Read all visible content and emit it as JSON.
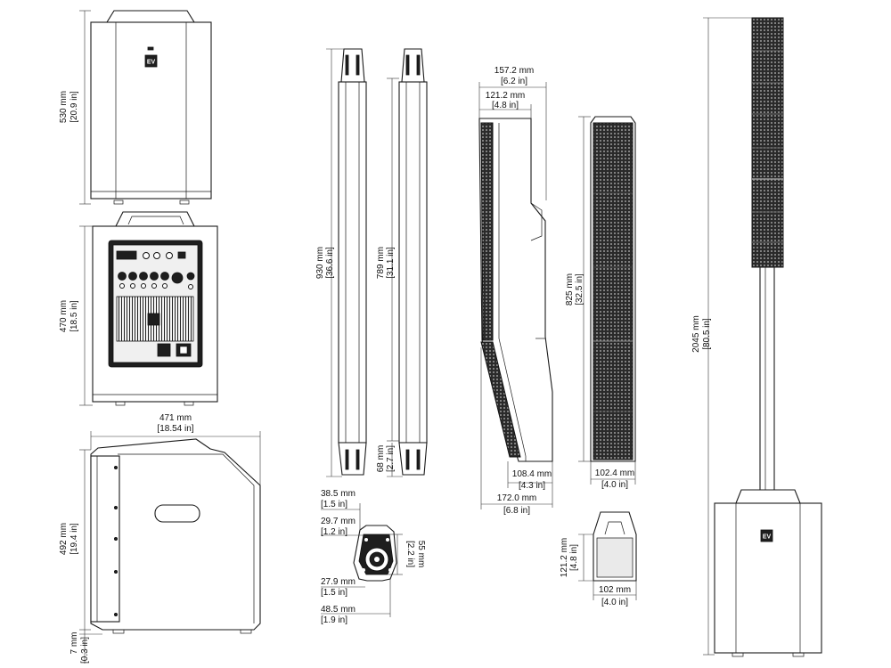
{
  "dimensions": {
    "sub_front_height_mm": "530 mm",
    "sub_front_height_in": "[20.9 in]",
    "sub_rear_height_mm": "470 mm",
    "sub_rear_height_in": "[18.5 in]",
    "sub_side_width_mm": "471 mm",
    "sub_side_width_in": "[18.54 in]",
    "sub_side_height_mm": "492 mm",
    "sub_side_height_in": "[19.4 in]",
    "sub_feet_mm": "7 mm",
    "sub_feet_in": "[0.3 in]",
    "column_total_mm": "930 mm",
    "column_total_in": "[36.6 in]",
    "column_body_mm": "789 mm",
    "column_body_in": "[31.1 in]",
    "column_base_mm": "68 mm",
    "column_base_in": "[2.7 in]",
    "connector_a_mm": "38.5 mm",
    "connector_a_in": "[1.5 in]",
    "connector_b_mm": "29.7 mm",
    "connector_b_in": "[1.2 in]",
    "connector_c_mm": "55 mm",
    "connector_c_in": "[2.2 in]",
    "connector_d_mm": "27.9 mm",
    "connector_d_in": "[1.5 in]",
    "connector_e_mm": "48.5 mm",
    "connector_e_in": "[1.9 in]",
    "side_top_mm": "157.2 mm",
    "side_top_in": "[6.2 in]",
    "side_inner_mm": "121.2 mm",
    "side_inner_in": "[4.8 in]",
    "side_base_mm": "108.4 mm",
    "side_base_in": "[4.3 in]",
    "side_total_mm": "172.0 mm",
    "side_total_in": "[6.8 in]",
    "array_height_mm": "825 mm",
    "array_height_in": "[32.5 in]",
    "array_width_mm": "102.4 mm",
    "array_width_in": "[4.0 in]",
    "foot_depth_mm": "121.2 mm",
    "foot_depth_in": "[4.8 in]",
    "foot_width_mm": "102 mm",
    "foot_width_in": "[4.0 in]",
    "system_height_mm": "2045 mm",
    "system_height_in": "[80.5 in]"
  },
  "logo": "EV"
}
